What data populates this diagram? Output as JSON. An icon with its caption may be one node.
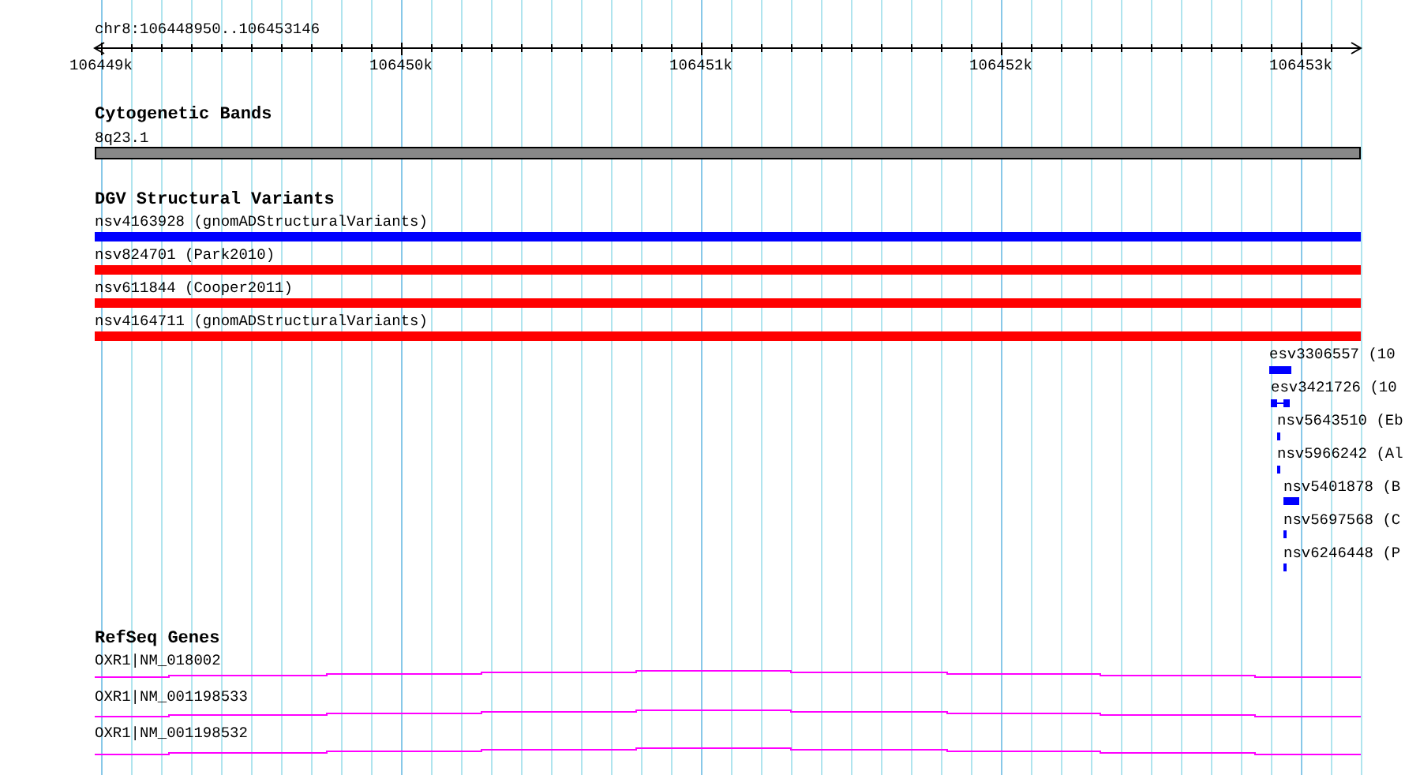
{
  "diagram": {
    "nodes": [
      {
        "text": [
          "8q23.1"
        ]
      },
      {
        "text": [
          "nsv4163928 (gnomADStructuralVariants)"
        ]
      },
      {
        "text": [
          "nsv824701 (Park2010)"
        ]
      },
      {
        "text": [
          "nsv611844 (Cooper2011)"
        ]
      },
      {
        "text": [
          "nsv4164711 (gnomADStructuralVariants)"
        ]
      },
      {
        "text": [
          "esv3306557 (10"
        ]
      },
      {
        "text": [
          "esv3421726 (10"
        ]
      },
      {
        "text": [
          "nsv5643510 (Eb"
        ]
      },
      {
        "text": [
          "nsv5966242 (Al"
        ]
      },
      {
        "text": [
          "nsv5401878 (B"
        ]
      },
      {
        "text": [
          "nsv5697568 (C"
        ]
      },
      {
        "text": [
          "nsv6246448 (P"
        ]
      },
      {
        "text": [
          "OXR1|NM_018002"
        ]
      },
      {
        "text": [
          "OXR1|NM_001198533"
        ]
      },
      {
        "text": [
          "OXR1|NM_001198532"
        ]
      }
    ],
    "labels": [
      "chr8:106448950..106453146",
      "106449k",
      "106450k",
      "106451k",
      "106452k",
      "106453k",
      "Cytogenetic Bands",
      "DGV Structural Variants",
      "RefSeq Genes"
    ]
  }
}
